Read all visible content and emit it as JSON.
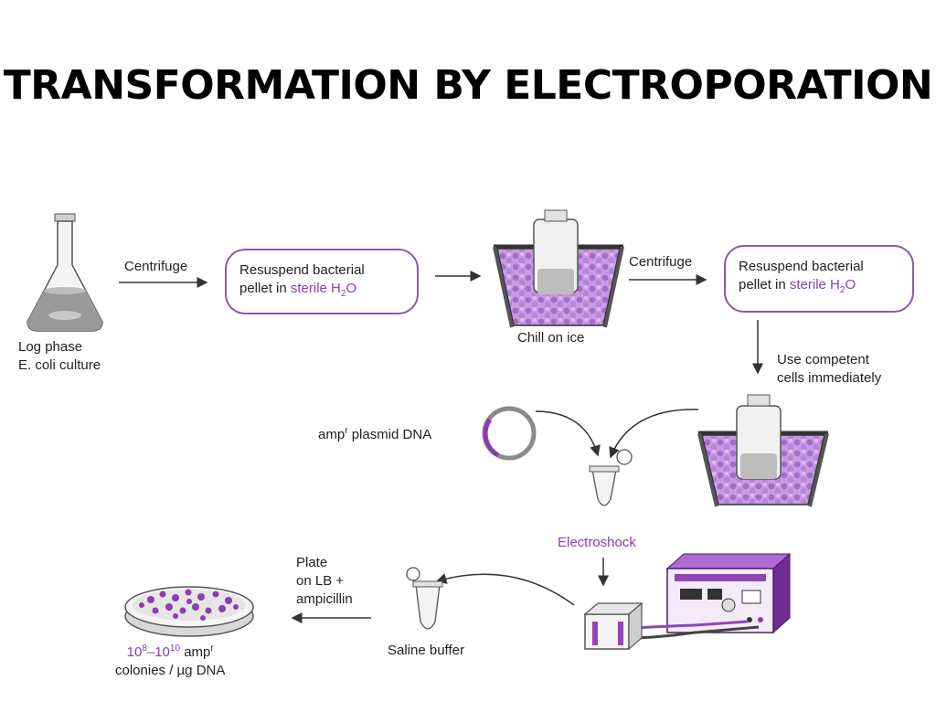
{
  "title": "TRANSFORMATION BY ELECTROPORATION",
  "labels": {
    "flask_line1": "Log phase",
    "flask_line2": "E. coli culture",
    "centrifuge_1": "Centrifuge",
    "centrifuge_2": "Centrifuge",
    "resuspend_line1": "Resuspend bacterial",
    "resuspend_line2_prefix": "pellet in ",
    "resuspend_line2_sterile": "sterile H",
    "resuspend_sub": "2",
    "resuspend_o": "O",
    "chill": "Chill on ice",
    "competent_line1": "Use competent",
    "competent_line2": "cells immediately",
    "plasmid_prefix": "amp",
    "plasmid_sup": "r",
    "plasmid_suffix": " plasmid DNA",
    "electroshock": "Electroshock",
    "plate_line1": "Plate",
    "plate_line2": "on LB +",
    "plate_line3": "ampicillin",
    "saline": "Saline buffer",
    "colonies_base1": "10",
    "colonies_exp1": "8",
    "colonies_dash": "–10",
    "colonies_exp2": "10",
    "colonies_amp": " amp",
    "colonies_ampsup": "r",
    "colonies_line2": "colonies / µg DNA"
  },
  "colors": {
    "accent": "#8e3cb3",
    "box_border": "#8a5aa8",
    "ice": "#b07fd0",
    "machine": "#8f45b5"
  }
}
